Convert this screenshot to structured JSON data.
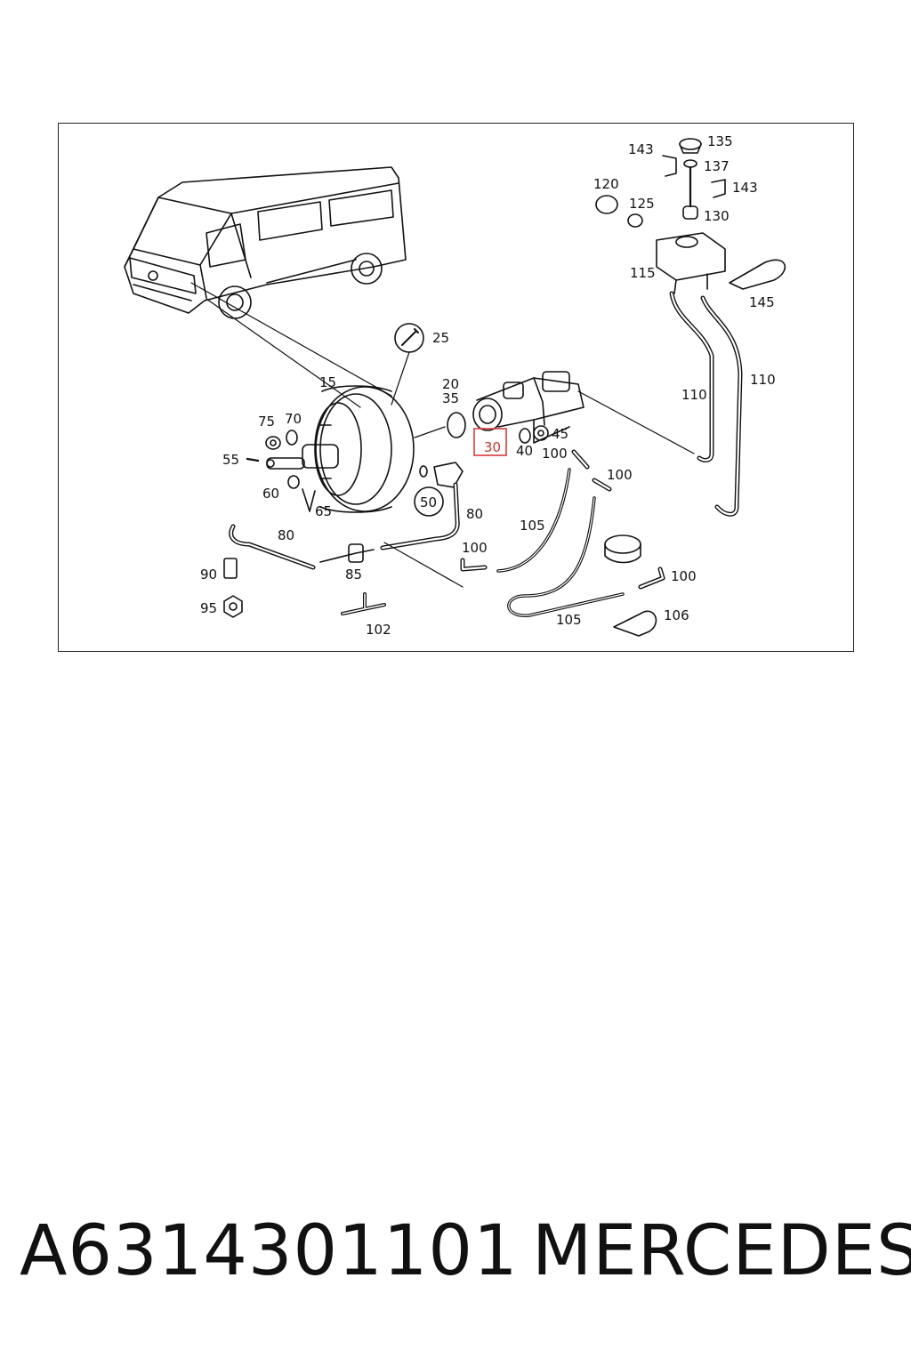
{
  "diagram": {
    "highlight_color": "#d83a3a",
    "highlighted_label": "30",
    "callouts": {
      "c15": "15",
      "c20": "20",
      "c25": "25",
      "c30": "30",
      "c35": "35",
      "c40": "40",
      "c45": "45",
      "c50": "50",
      "c55": "55",
      "c60": "60",
      "c65": "65",
      "c70": "70",
      "c75": "75",
      "c80a": "80",
      "c80b": "80",
      "c85": "85",
      "c90": "90",
      "c95": "95",
      "c100a": "100",
      "c100b": "100",
      "c100c": "100",
      "c100d": "100",
      "c102": "102",
      "c105a": "105",
      "c105b": "105",
      "c106": "106",
      "c110a": "110",
      "c110b": "110",
      "c115": "115",
      "c120": "120",
      "c125": "125",
      "c130": "130",
      "c135": "135",
      "c137": "137",
      "c143a": "143",
      "c143b": "143",
      "c145": "145"
    }
  },
  "caption": {
    "part_number": "A6314301101",
    "brand": "MERCEDES"
  }
}
